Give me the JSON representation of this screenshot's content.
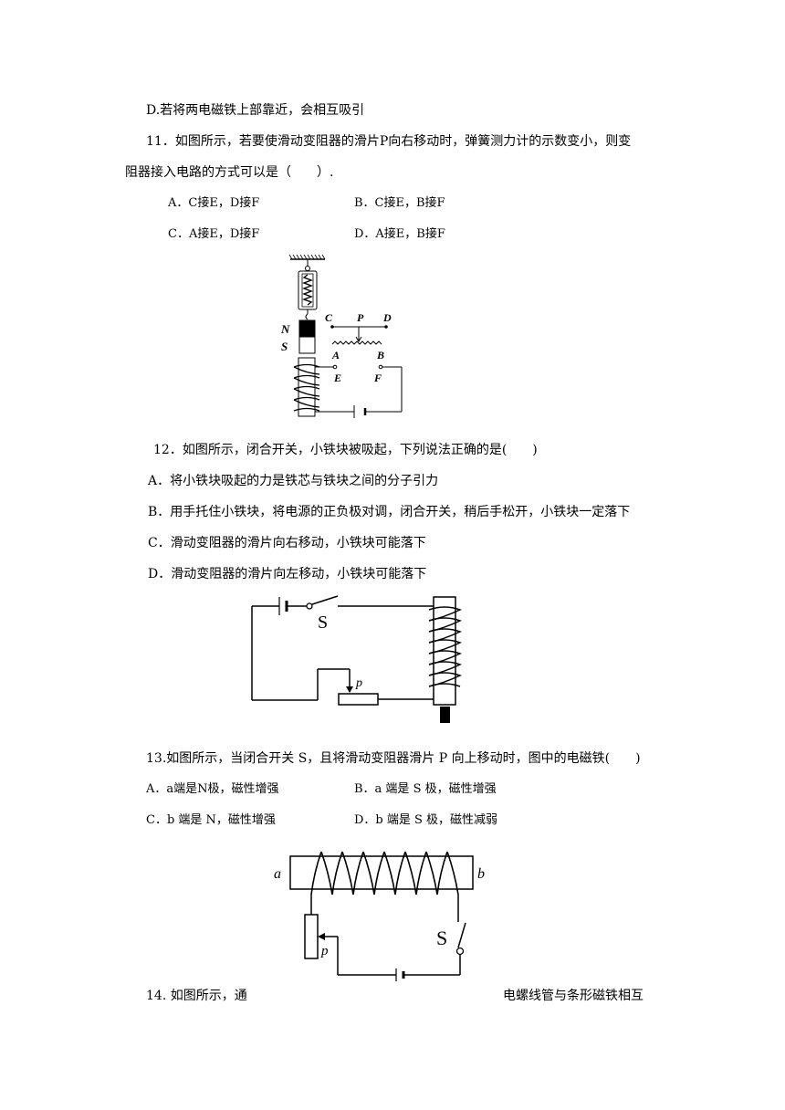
{
  "q10": {
    "option_d": "D.若将两电磁铁上部靠近，会相互吸引"
  },
  "q11": {
    "stem_1": "11．如图所示，若要使滑动变阻器的滑片P向右移动时，弹簧测力计的示数变小，则变",
    "stem_2": "阻器接入电路的方式可以是（　　）.",
    "option_a": "A．C接E，D接F",
    "option_b": "B．C接E，B接F",
    "option_c": "C．A接E，D接F",
    "option_d": "D．A接E，B接F",
    "figure_labels": {
      "n": "N",
      "s": "S",
      "c": "C",
      "p": "P",
      "d": "D",
      "a": "A",
      "b": "B",
      "e": "E",
      "f": "F"
    }
  },
  "q12": {
    "stem": "12．如图所示，闭合开关，小铁块被吸起，下列说法正确的是(　　)",
    "option_a": "A．将小铁块吸起的力是铁芯与铁块之间的分子引力",
    "option_b": "B．用手托住小铁块，将电源的正负极对调，闭合开关，稍后手松开，小铁块一定落下",
    "option_c": "C．滑动变阻器的滑片向右移动，小铁块可能落下",
    "option_d": "D．滑动变阻器的滑片向左移动，小铁块可能落下",
    "figure_labels": {
      "switch": "S",
      "slider": "p"
    }
  },
  "q13": {
    "stem": "13.如图所示，当闭合开关 S，且将滑动变阻器滑片 P 向上移动时，图中的电磁铁(　　)",
    "option_a": "A．a端是N极，磁性增强",
    "option_b": "B．a 端是 S 极，磁性增强",
    "option_c": "C．b 端是 N，磁性增强",
    "option_d": "D．b 端是 S 极，磁性减弱",
    "figure_labels": {
      "a": "a",
      "b": "b",
      "switch": "S",
      "slider": "p"
    }
  },
  "q14": {
    "stem_start": "14.  如图所示，通",
    "stem_end": "电螺线管与条形磁铁相互"
  }
}
